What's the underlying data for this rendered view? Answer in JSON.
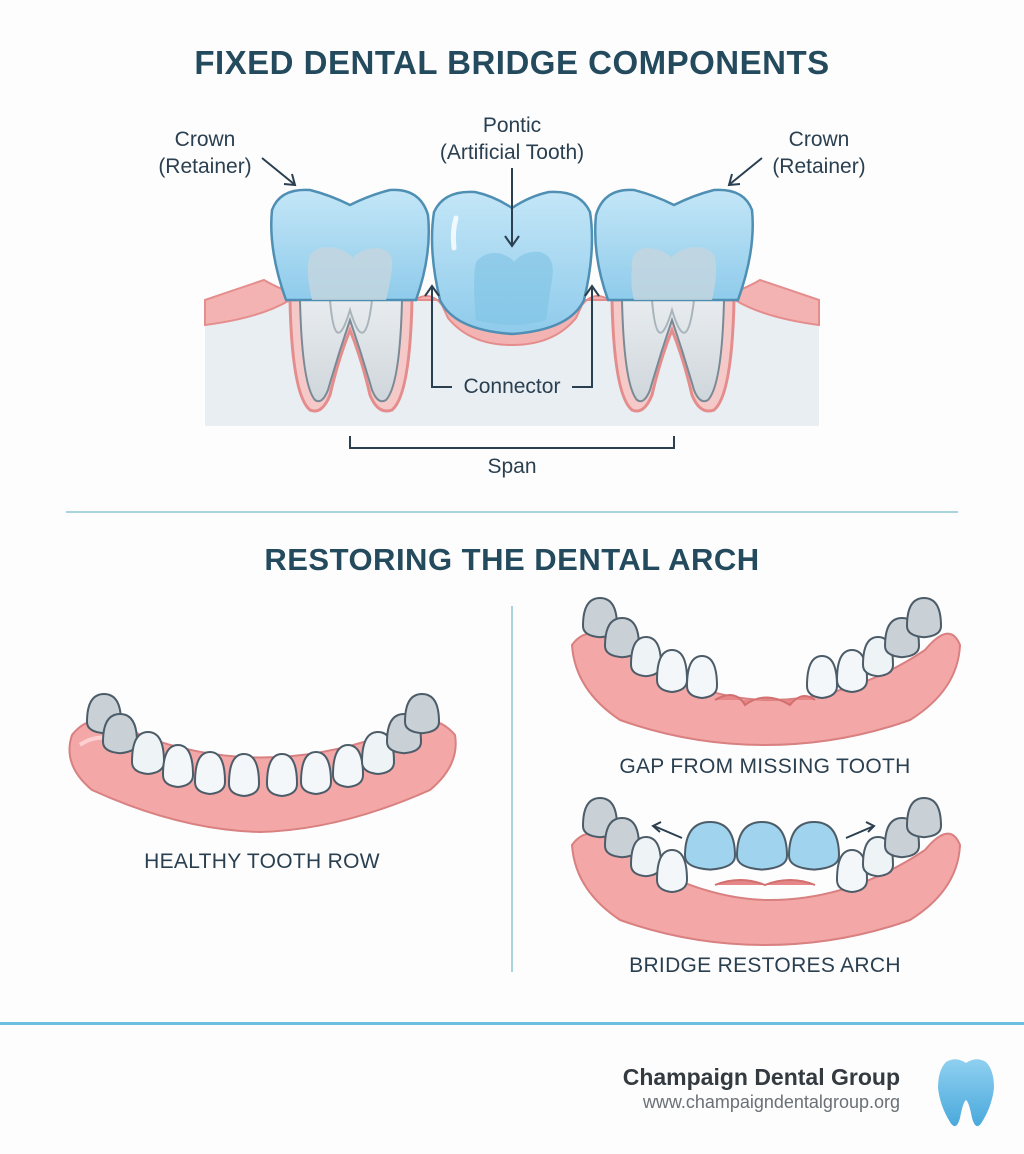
{
  "diagram": {
    "title": "FIXED DENTAL BRIDGE COMPONENTS",
    "labels": {
      "crown_left": "Crown\n(Retainer)",
      "pontic": "Pontic\n(Artificial Tooth)",
      "crown_right": "Crown\n(Retainer)",
      "connector": "Connector",
      "span": "Span"
    }
  },
  "arch": {
    "title": "RESTORING THE DENTAL ARCH",
    "captions": {
      "healthy": "HEALTHY TOOTH ROW",
      "gap": "GAP FROM MISSING TOOTH",
      "bridge": "BRIDGE RESTORES ARCH"
    }
  },
  "footer": {
    "name": "Champaign Dental Group",
    "url": "www.champaigndentalgroup.org",
    "logo_icon": "tooth-icon"
  },
  "colors": {
    "title": "#244a5e",
    "crown": "#9fd3ee",
    "gum": "#ef9a9a",
    "accent": "#6bbfe0"
  }
}
